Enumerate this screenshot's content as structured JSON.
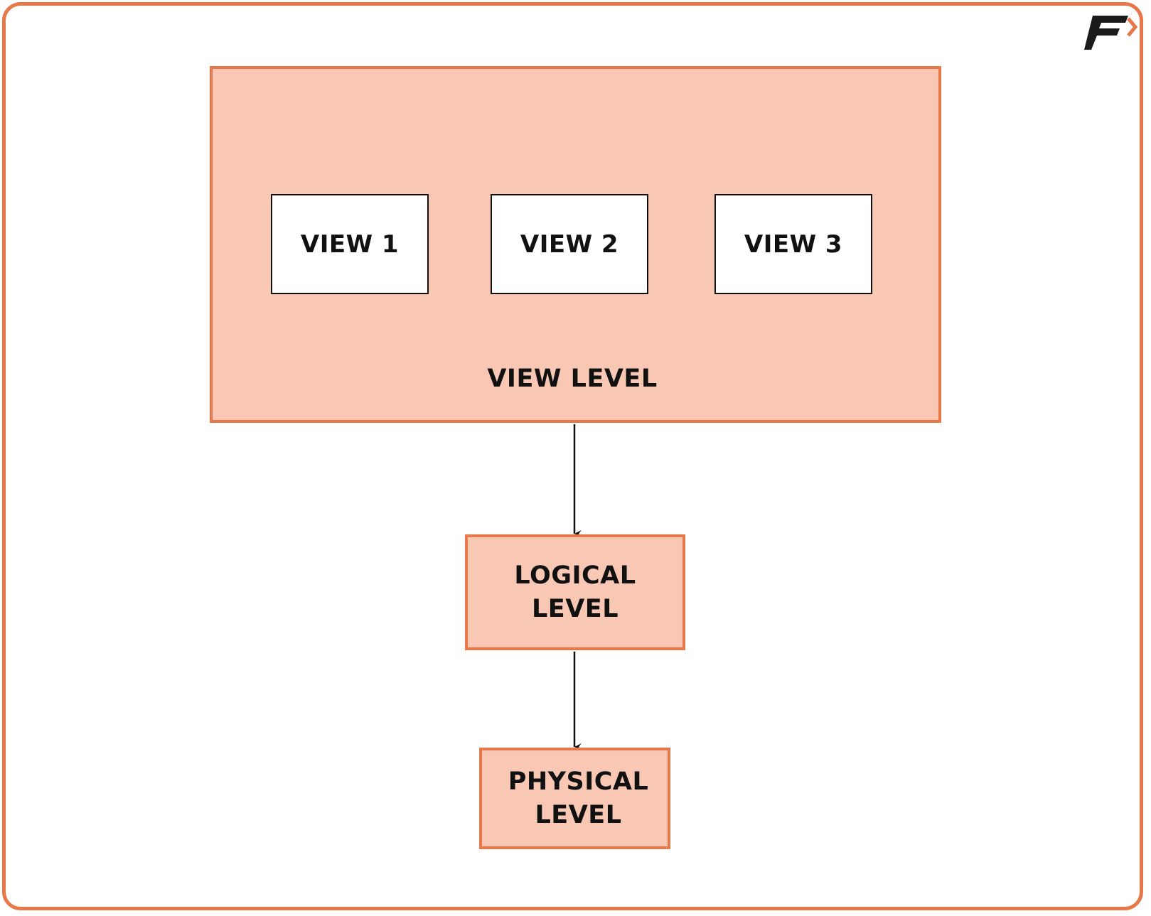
{
  "logo": {
    "icon": "f-arrow-logo-icon",
    "colors": {
      "letter": "#1a1a1a",
      "arrow": "#E8784A"
    }
  },
  "view_level": {
    "label": "VIEW LEVEL",
    "views": [
      {
        "label": "VIEW 1"
      },
      {
        "label": "VIEW 2"
      },
      {
        "label": "VIEW 3"
      }
    ]
  },
  "logical_level": {
    "line1": "LOGICAL",
    "line2": "LEVEL"
  },
  "physical_level": {
    "line1": "PHYSICAL",
    "line2": "LEVEL"
  },
  "colors": {
    "accent": "#E8784A",
    "fill": "#F8C8B4",
    "text": "#111111"
  }
}
